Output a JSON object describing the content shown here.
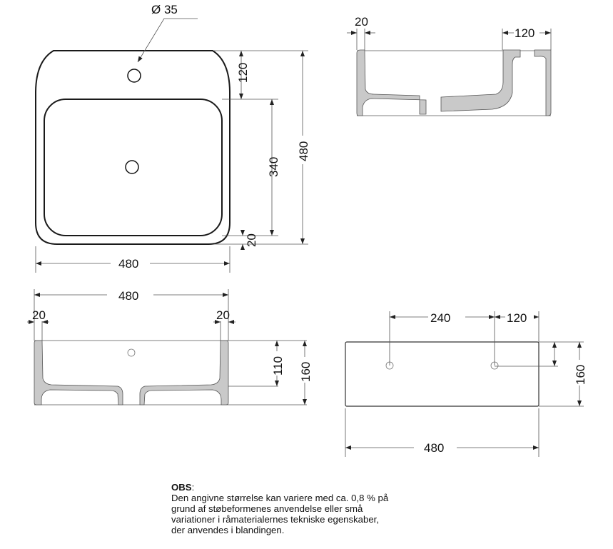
{
  "plan_view": {
    "hole_label": "Ø 35",
    "dim_tap_offset": "120",
    "dim_basin": "340",
    "dim_depth": "480",
    "dim_rim": "20",
    "dim_width": "480"
  },
  "side_section": {
    "dim_wall": "20",
    "dim_tap_offset": "120"
  },
  "front_section": {
    "dim_width": "480",
    "dim_wall_left": "20",
    "dim_wall_right": "20",
    "dim_inner_depth": "110",
    "dim_height": "160"
  },
  "front_elevation": {
    "dim_hole_spacing": "240",
    "dim_hole_edge": "120",
    "dim_height": "160",
    "dim_width": "480"
  },
  "note": {
    "title": "OBS",
    "title_suffix": ":",
    "lines": [
      "Den angivne størrelse kan variere med ca. 0,8 % på",
      "grund af støbeformenes anvendelse eller små",
      "variationer i råmaterialernes tekniske egenskaber,",
      "der anvendes i blandingen."
    ]
  }
}
